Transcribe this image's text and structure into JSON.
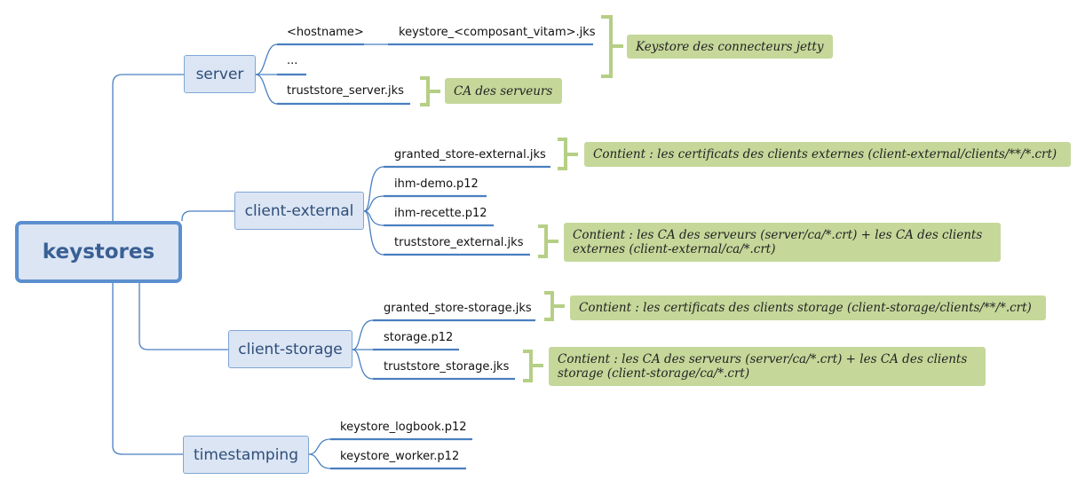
{
  "root": {
    "label": "keystores"
  },
  "branches": {
    "server": {
      "label": "server",
      "leaves": [
        "<hostname>",
        "keystore_<composant_vitam>.jks",
        "...",
        "truststore_server.jks"
      ],
      "notes": [
        "Keystore des connecteurs jetty",
        "CA des serveurs"
      ]
    },
    "client_external": {
      "label": "client-external",
      "leaves": [
        "granted_store-external.jks",
        "ihm-demo.p12",
        "ihm-recette.p12",
        "truststore_external.jks"
      ],
      "notes": [
        "Contient : les certificats des clients externes (client-external/clients/**/*.crt)",
        "Contient : les CA des serveurs (server/ca/*.crt) + les CA des clients externes (client-external/ca/*.crt)"
      ]
    },
    "client_storage": {
      "label": "client-storage",
      "leaves": [
        "granted_store-storage.jks",
        "storage.p12",
        "truststore_storage.jks"
      ],
      "notes": [
        "Contient : les certificats des clients storage (client-storage/clients/**/*.crt)",
        "Contient : les CA des serveurs (server/ca/*.crt) + les CA des clients storage (client-storage/ca/*.crt)"
      ]
    },
    "timestamping": {
      "label": "timestamping",
      "leaves": [
        "keystore_logbook.p12",
        "keystore_worker.p12"
      ]
    }
  },
  "colors": {
    "connector": "#4a7fc0",
    "bracket": "#b5cf85",
    "node_fill": "#dbe5f4",
    "node_border": "#7fa7d6",
    "note_fill": "#c5d89a"
  }
}
